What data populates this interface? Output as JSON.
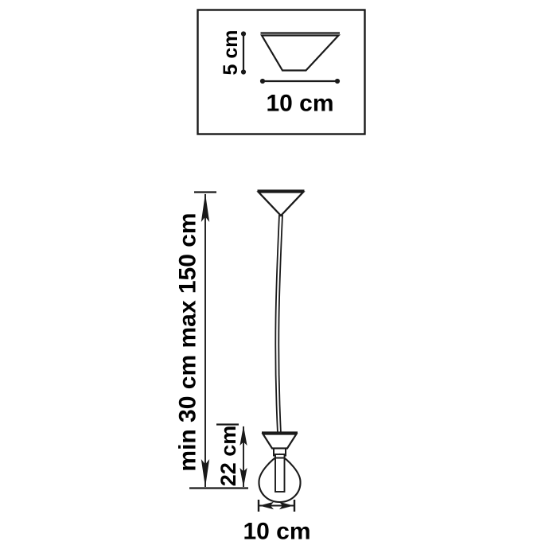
{
  "drawing": {
    "title": "Pendant lamp dimension drawing",
    "stroke_color": "#1a1a1a",
    "fill_color": "#ffffff",
    "background_color": "#ffffff",
    "text_color": "#000000"
  },
  "top_view": {
    "name": "shade-detail-box",
    "shape": "trapezoid-shade",
    "height_label": "5 cm",
    "width_label": "10 cm"
  },
  "elevation_view": {
    "name": "pendant-elevation",
    "drop_label": "min 30 cm max 150 cm",
    "fixture_label": "22 cm",
    "width_label": "10 cm",
    "parts": {
      "canopy": "ceiling-canopy-cone",
      "cord": "suspension-cord",
      "socket": "lamp-socket",
      "bulb": "light-bulb"
    }
  }
}
